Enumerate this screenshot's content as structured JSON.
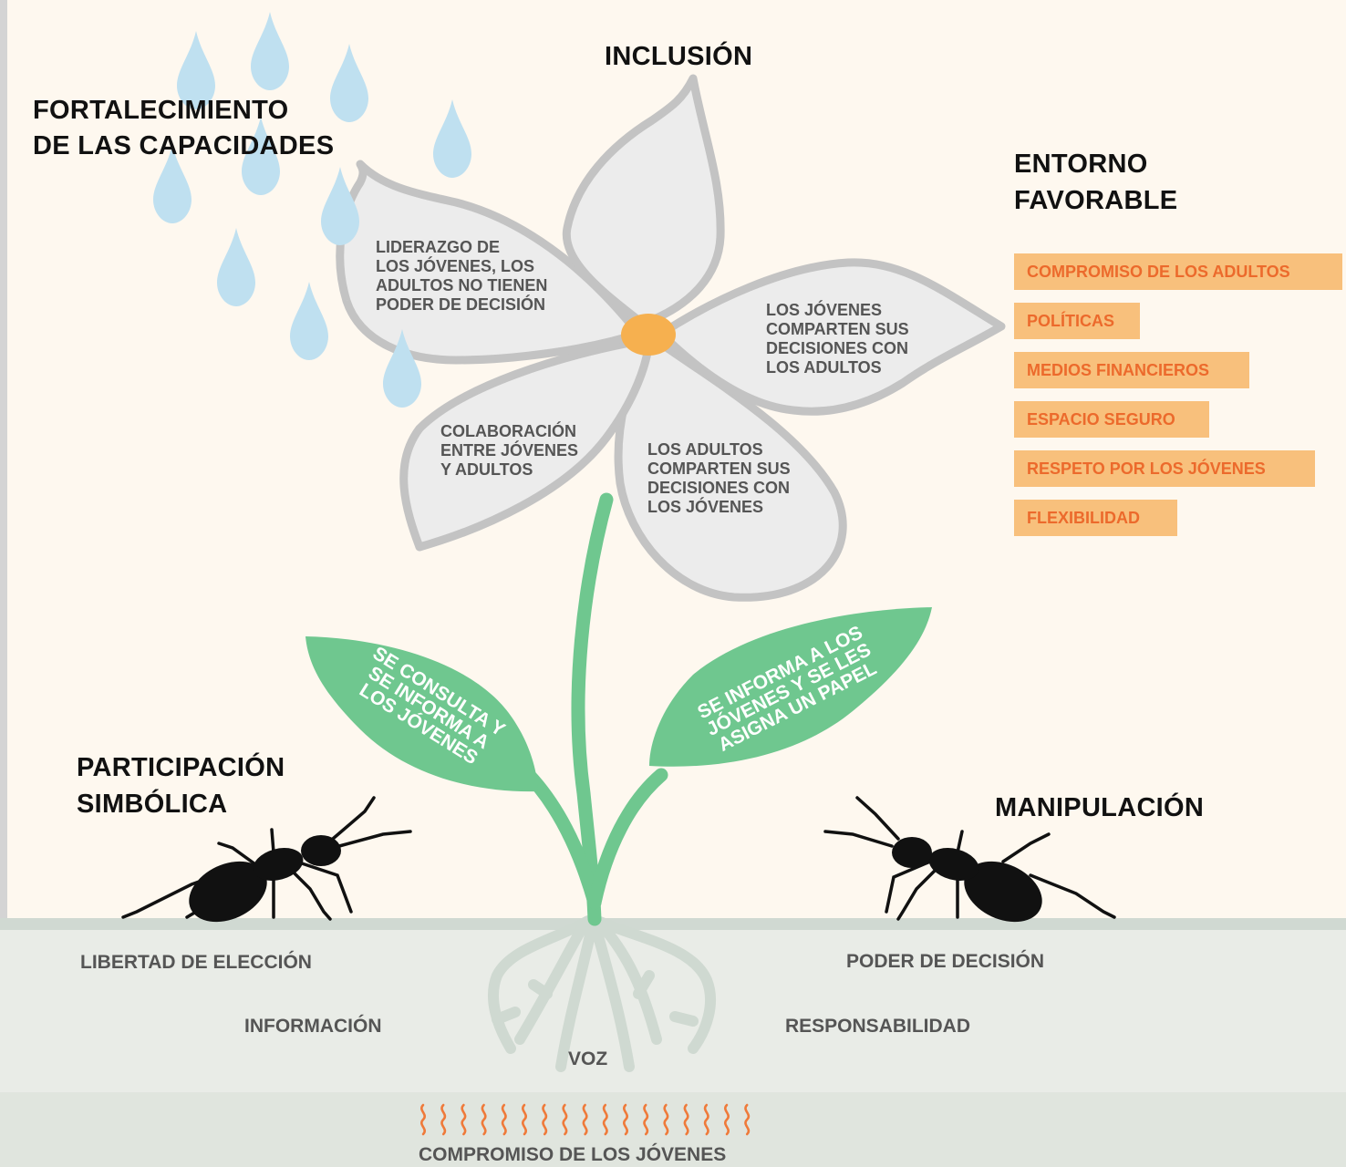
{
  "titles": {
    "inclusion": "INCLUSIÓN",
    "fortalecimiento_1": "FORTALECIMIENTO",
    "fortalecimiento_2": "DE LAS CAPACIDADES",
    "entorno_1": "ENTORNO",
    "entorno_2": "FAVORABLE",
    "participacion_1": "PARTICIPACIÓN",
    "participacion_2": "SIMBÓLICA",
    "manipulacion": "MANIPULACIÓN"
  },
  "petals": {
    "liderazgo": [
      "LIDERAZGO DE",
      "LOS JÓVENES, LOS",
      "ADULTOS NO TIENEN",
      "PODER DE DECISIÓN"
    ],
    "jovenes_comparten": [
      "LOS JÓVENES",
      "COMPARTEN SUS",
      "DECISIONES CON",
      "LOS ADULTOS"
    ],
    "colaboracion": [
      "COLABORACIÓN",
      "ENTRE JÓVENES",
      "Y ADULTOS"
    ],
    "adultos_comparten": [
      "LOS ADULTOS",
      "COMPARTEN SUS",
      "DECISIONES CON",
      "LOS JÓVENES"
    ]
  },
  "leaves": {
    "left": [
      "SE CONSULTA Y",
      "SE INFORMA A",
      "LOS JÓVENES"
    ],
    "right": [
      "SE INFORMA A LOS",
      "JÓVENES Y SE LES",
      "ASIGNA UN PAPEL"
    ]
  },
  "enabling_factors": [
    "COMPROMISO DE LOS ADULTOS",
    "POLÍTICAS",
    "MEDIOS FINANCIEROS",
    "ESPACIO SEGURO",
    "RESPETO POR LOS JÓVENES",
    "FLEXIBILIDAD"
  ],
  "ground": {
    "libertad": "LIBERTAD DE ELECCIÓN",
    "informacion": "INFORMACIÓN",
    "poder": "PODER DE DECISIÓN",
    "responsabilidad": "RESPONSABILIDAD",
    "voz": "VOZ",
    "compromiso": "COMPROMISO DE LOS JÓVENES"
  },
  "colors": {
    "background": "#fef8ef",
    "petal_fill": "#ececec",
    "petal_stroke": "#c3c3c3",
    "center": "#f6b04f",
    "stem": "#6fc78f",
    "drop": "#bfe0f0",
    "tag_bg": "#f8c07c",
    "tag_text": "#ec6a2c",
    "soil": "#e9ece7",
    "soil_deep": "#e0e5de",
    "roots": "#cfd9d1",
    "heat": "#ef7a3a"
  }
}
